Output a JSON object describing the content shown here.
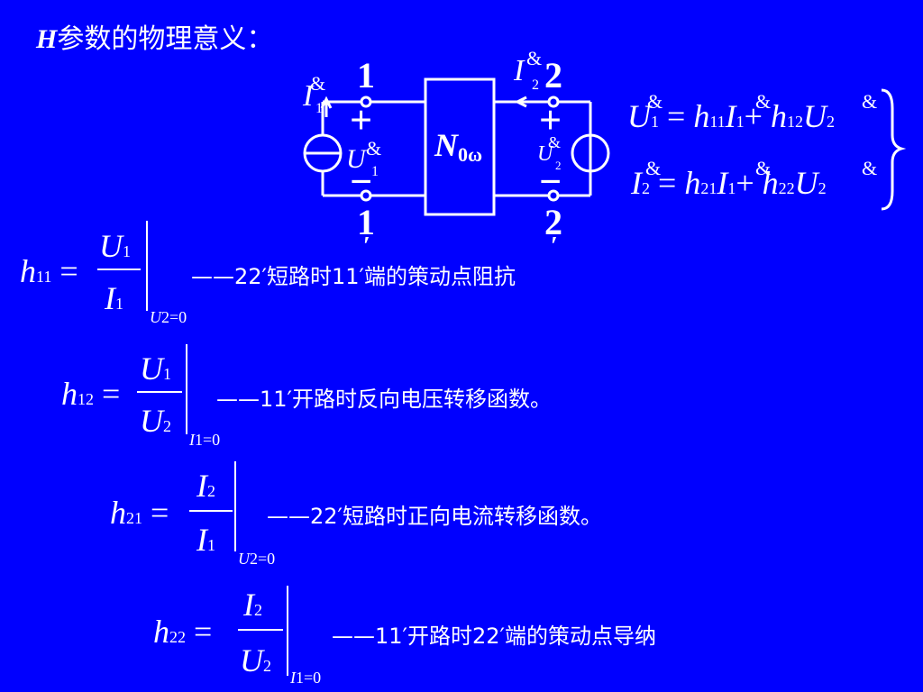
{
  "title": {
    "h": "H",
    "rest": "参数的物理意义："
  },
  "circuit": {
    "node_1": "1",
    "node_1p": "1",
    "node_2": "2",
    "node_2p": "2",
    "prime": "′",
    "plus": "+",
    "minus": "−",
    "network_N": "N",
    "network_sub": "0ω",
    "I1": "I",
    "I2": "I",
    "U1": "U",
    "U2": "U",
    "dot": "&",
    "s1": "1",
    "s2": "2"
  },
  "system": {
    "row1": {
      "lhs": "U",
      "lhs_sub": "1",
      "eq": "=",
      "t1": "h",
      "t1_sub": "11",
      "v1": "I",
      "v1_sub": "1",
      "plus": "+",
      "t2": "h",
      "t2_sub": "12",
      "v2": "U",
      "v2_sub": "2"
    },
    "row2": {
      "lhs": "I",
      "lhs_sub": "2",
      "eq": "=",
      "t1": "h",
      "t1_sub": "21",
      "v1": "I",
      "v1_sub": "1",
      "plus": "+",
      "t2": "h",
      "t2_sub": "22",
      "v2": "U",
      "v2_sub": "2"
    },
    "dot": "&"
  },
  "definitions": [
    {
      "h": "h",
      "sub": "11",
      "eq": "=",
      "num": "U",
      "num_sub": "1",
      "den": "I",
      "den_sub": "1",
      "cond": "U",
      "cond_sub": "2",
      "cond_val": "=0",
      "desc": "——22′短路时11′端的策动点阻抗"
    },
    {
      "h": "h",
      "sub": "12",
      "eq": "=",
      "num": "U",
      "num_sub": "1",
      "den": "U",
      "den_sub": "2",
      "cond": "I",
      "cond_sub": "1",
      "cond_val": "=0",
      "desc": "——11′开路时反向电压转移函数。"
    },
    {
      "h": "h",
      "sub": "21",
      "eq": "=",
      "num": "I",
      "num_sub": "2",
      "den": "I",
      "den_sub": "1",
      "cond": "U",
      "cond_sub": "2",
      "cond_val": "=0",
      "desc": "——22′短路时正向电流转移函数。"
    },
    {
      "h": "h",
      "sub": "22",
      "eq": "=",
      "num": "I",
      "num_sub": "2",
      "den": "U",
      "den_sub": "2",
      "cond": "I",
      "cond_sub": "1",
      "cond_val": "=0",
      "desc": "——11′开路时22′端的策动点导纳"
    }
  ],
  "colors": {
    "background": "#0000ff",
    "foreground": "#ffffff"
  }
}
